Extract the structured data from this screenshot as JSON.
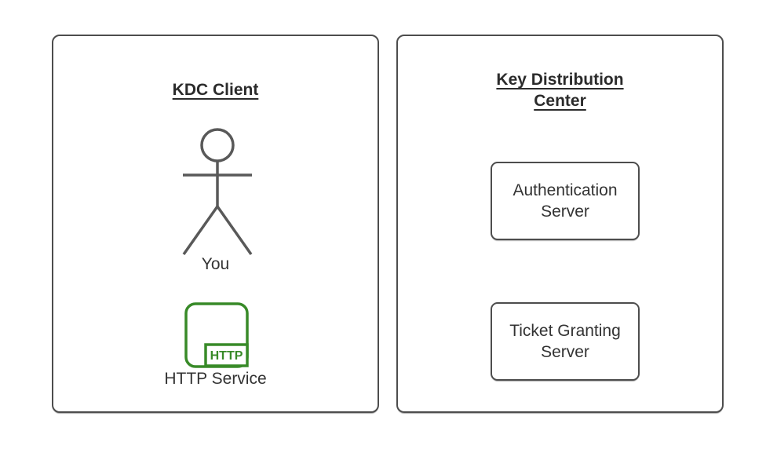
{
  "colors": {
    "border-gray": "#4d4d4d",
    "figure-gray": "#595959",
    "text-dark": "#333333",
    "title-dark": "#2b2b2b",
    "green": "#388a28",
    "bg": "#ffffff"
  },
  "left_panel": {
    "title": "KDC Client",
    "actor_label": "You",
    "http_badge_label": "HTTP",
    "service_label": "HTTP Service"
  },
  "right_panel": {
    "title": "Key Distribution Center",
    "nodes": [
      {
        "label": "Authentication Server"
      },
      {
        "label": "Ticket Granting Server"
      }
    ]
  }
}
